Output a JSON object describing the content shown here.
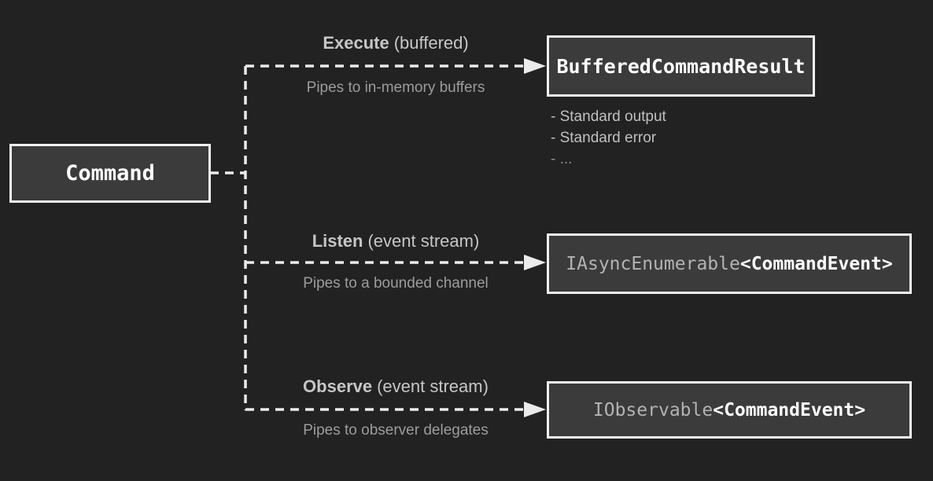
{
  "diagram": {
    "source_node": {
      "label": "Command"
    },
    "branches": [
      {
        "name": "execute",
        "method": "Execute",
        "qualifier": "(buffered)",
        "caption": "Pipes to in-memory buffers",
        "result_plain": "",
        "result_bold": "BufferedCommandResult",
        "notes": [
          "- Standard output",
          "- Standard error",
          "- ..."
        ]
      },
      {
        "name": "listen",
        "method": "Listen",
        "qualifier": "(event stream)",
        "caption": "Pipes to a bounded channel",
        "result_plain": "IAsyncEnumerable",
        "result_bold": "<CommandEvent>"
      },
      {
        "name": "observe",
        "method": "Observe",
        "qualifier": "(event stream)",
        "caption": "Pipes to observer delegates",
        "result_plain": "IObservable",
        "result_bold": "<CommandEvent>"
      }
    ],
    "colors": {
      "background": "#222222",
      "node_fill": "#3b3b3b",
      "node_border": "#f1f1f1",
      "connector": "#ebebeb",
      "title_text": "#c6c6c6",
      "caption_text": "#9c9c9c",
      "code_plain": "#b3b3b3",
      "code_bold": "#ffffff"
    }
  }
}
